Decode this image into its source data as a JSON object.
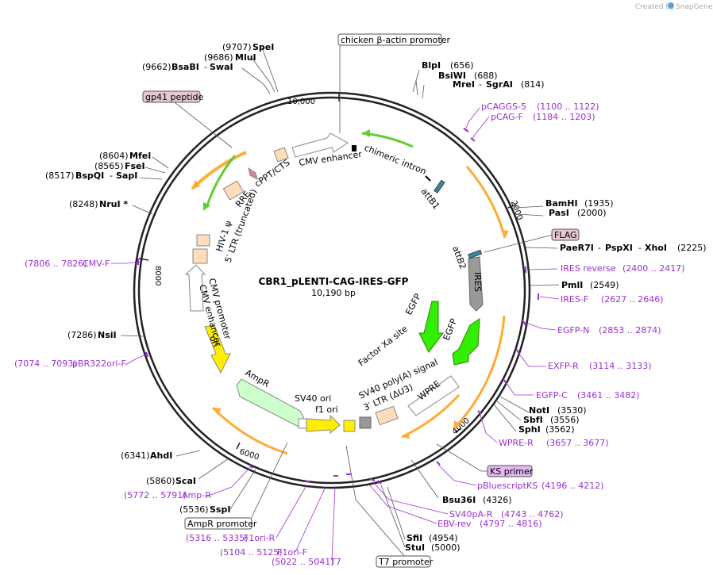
{
  "credit": {
    "text": "Created by",
    "brand": "SnapGene"
  },
  "plasmid": {
    "name": "CBR1_pLENTI-CAG-IRES-GFP",
    "size": "10,190 bp"
  },
  "ticks": [
    "10,000",
    "2000",
    "4000",
    "6000",
    "8000"
  ],
  "enzymes": [
    {
      "pos": "(9707)",
      "name": "SpeI"
    },
    {
      "pos": "(9686)",
      "name": "MluI"
    },
    {
      "pos": "(9662)",
      "name": "BsaBI",
      "sep": "-",
      "name2": "SwaI"
    },
    {
      "name": "BlpI",
      "pos": "(656)"
    },
    {
      "name": "BsiWI",
      "pos": "(688)"
    },
    {
      "name": "MreI",
      "sep": "-",
      "name2": "SgrAI",
      "pos": "(814)"
    },
    {
      "pos": "(8604)",
      "name": "MfeI"
    },
    {
      "pos": "(8565)",
      "name": "FseI"
    },
    {
      "pos": "(8517)",
      "name": "BspQI",
      "sep": "-",
      "name2": "SapI"
    },
    {
      "pos": "(8248)",
      "name": "NruI *"
    },
    {
      "name": "BamHI",
      "pos": "(1935)"
    },
    {
      "name": "PasI",
      "pos": "(2000)"
    },
    {
      "name": "PaeR7I",
      "sep": "-",
      "name2": "PspXI",
      "sep2": "-",
      "name3": "XhoI",
      "pos": "(2225)"
    },
    {
      "name": "PmlI",
      "pos": "(2549)"
    },
    {
      "pos": "(7286)",
      "name": "NsiI"
    },
    {
      "name": "NotI",
      "pos": "(3530)"
    },
    {
      "name": "SbfI",
      "pos": "(3556)"
    },
    {
      "name": "SphI",
      "pos": "(3562)"
    },
    {
      "pos": "(6341)",
      "name": "AhdI"
    },
    {
      "pos": "(5860)",
      "name": "ScaI"
    },
    {
      "pos": "(5536)",
      "name": "SspI"
    },
    {
      "name": "Bsu36I",
      "pos": "(4326)"
    },
    {
      "name": "SfiI",
      "pos": "(4954)"
    },
    {
      "name": "StuI",
      "pos": "(5000)"
    }
  ],
  "primers": [
    {
      "name": "pCAGGS-5",
      "pos": "(1100 .. 1122)"
    },
    {
      "name": "pCAG-F",
      "pos": "(1184 .. 1203)"
    },
    {
      "name": "IRES reverse",
      "pos": "(2400 .. 2417)"
    },
    {
      "name": "IRES-F",
      "pos": "(2627 .. 2646)"
    },
    {
      "name": "EGFP-N",
      "pos": "(2853 .. 2874)"
    },
    {
      "name": "EXFP-R",
      "pos": "(3114 .. 3133)"
    },
    {
      "name": "EGFP-C",
      "pos": "(3461 .. 3482)"
    },
    {
      "name": "WPRE-R",
      "pos": "(3657 .. 3677)"
    },
    {
      "name": "pBluescriptKS",
      "pos": "(4196 .. 4212)"
    },
    {
      "name": "SV40pA-R",
      "pos": "(4743 .. 4762)"
    },
    {
      "name": "EBV-rev",
      "pos": "(4797 .. 4816)"
    },
    {
      "name": "T7",
      "pos": "(5022 .. 5041)"
    },
    {
      "name": "F1ori-F",
      "pos": "(5104 .. 5125)"
    },
    {
      "name": "F1ori-R",
      "pos": "(5316 .. 5335)"
    },
    {
      "name": "Amp-R",
      "pos": "(5772 .. 5791)"
    },
    {
      "name": "pBR322ori-F",
      "pos": "(7074 .. 7093)"
    },
    {
      "name": "CMV-F",
      "pos": "(7806 .. 7826)"
    }
  ],
  "boxed": {
    "chicken_actin": "chicken β-actin promoter",
    "gp41": "gp41 peptide",
    "flag": "FLAG",
    "ks_primer": "KS primer",
    "ampr_promoter": "AmpR promoter",
    "t7_promoter": "T7 promoter"
  },
  "features": {
    "chimeric_intron": "chimeric intron",
    "cmv_enhancer_top": "CMV enhancer",
    "cppt": "cPPT/CTS",
    "rre": "RRE",
    "hiv_psi": "HIV-1 ψ",
    "ltr5": "5′ LTR (truncated)",
    "attb1": "attB1",
    "attb2": "attB2",
    "ires": "IRES",
    "egfp_inner": "EGFP",
    "egfp": "EGFP",
    "factor_xa": "Factor Xa site",
    "sv40_polya": "SV40 poly(A) signal",
    "ltr3": "3′ LTR (ΔU3)",
    "wpre": "WPRE",
    "sv40_ori": "SV40 ori",
    "f1_ori": "f1 ori",
    "ampr": "AmpR",
    "ori": "ori",
    "cmv_promoter": "CMV promoter",
    "cmv_enhancer_left": "CMV enhancer"
  },
  "colors": {
    "primer": "#9b30d0",
    "egfp": "#33ee00",
    "ori": "#ffee00",
    "ampr": "#ccffcc",
    "ires": "#999999",
    "ltr": "#ffddbb",
    "orf_arc": "#ffaa33"
  }
}
